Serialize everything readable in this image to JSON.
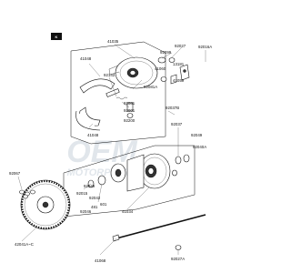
{
  "title_mark": "KAWASAKI",
  "watermark": {
    "main": "OEM",
    "sub": "MOTORPARTS"
  },
  "labels": {
    "l41035": "41035",
    "l92027": "92027",
    "l92099a": "92099",
    "l92016a": "92016A",
    "l41048a": "41048",
    "l92143": "92143",
    "l41060": "41060",
    "l13181": "13181",
    "l41059": "41059",
    "l92081": "92081",
    "l92081a": "92081A",
    "l92001": "92001",
    "l92200": "92200",
    "l41048b": "41048",
    "l92037b": "92037B",
    "l92049": "92049",
    "l92037": "92037",
    "l92040a": "92040A",
    "l92067": "92067",
    "l92049b": "92049",
    "l92015": "92015",
    "l92043": "92043",
    "l601": "601",
    "l92046": "92046",
    "l481": "481",
    "l41034": "41034",
    "l42041a": "42041A~C",
    "l41068": "41068",
    "l92027a": "92027A"
  }
}
